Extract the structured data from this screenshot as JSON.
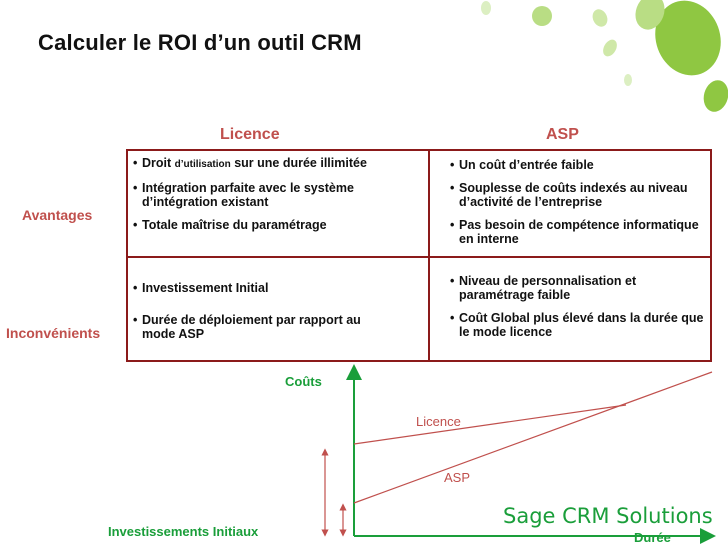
{
  "title": "Calculer le ROI d’un outil CRM",
  "columns": {
    "licence": "Licence",
    "asp": "ASP"
  },
  "rows": {
    "avantages": "Avantages",
    "inconvenients": "Inconvénients"
  },
  "cells": {
    "licence_avantages": {
      "item1_a": "Droit ",
      "item1_small": "d’utilisation",
      "item1_b": " sur une durée illimitée",
      "item2": "Intégration parfaite avec le système d’intégration existant",
      "item3": "Totale maîtrise du paramétrage"
    },
    "asp_avantages": {
      "item1": "Un coût d’entrée faible",
      "item2": "Souplesse de coûts indexés au niveau d’activité de l’entreprise",
      "item3": "Pas besoin de compétence informatique en interne"
    },
    "licence_inconvenients": {
      "item1": "Investissement Initial",
      "item2": "Durée de déploiement par rapport au mode ASP"
    },
    "asp_inconvenients": {
      "item1": "Niveau de personnalisation et paramétrage faible",
      "item2": "Coût Global plus élevé dans la durée que le mode licence"
    }
  },
  "chart": {
    "y_label": "Coûts",
    "x_label": "Durée",
    "licence_label": "Licence",
    "asp_label": "ASP",
    "initial_label": "Investissements Initiaux",
    "axis_color": "#1a9e3a",
    "line_color": "#c0504d"
  },
  "brand": "Sage CRM Solutions"
}
